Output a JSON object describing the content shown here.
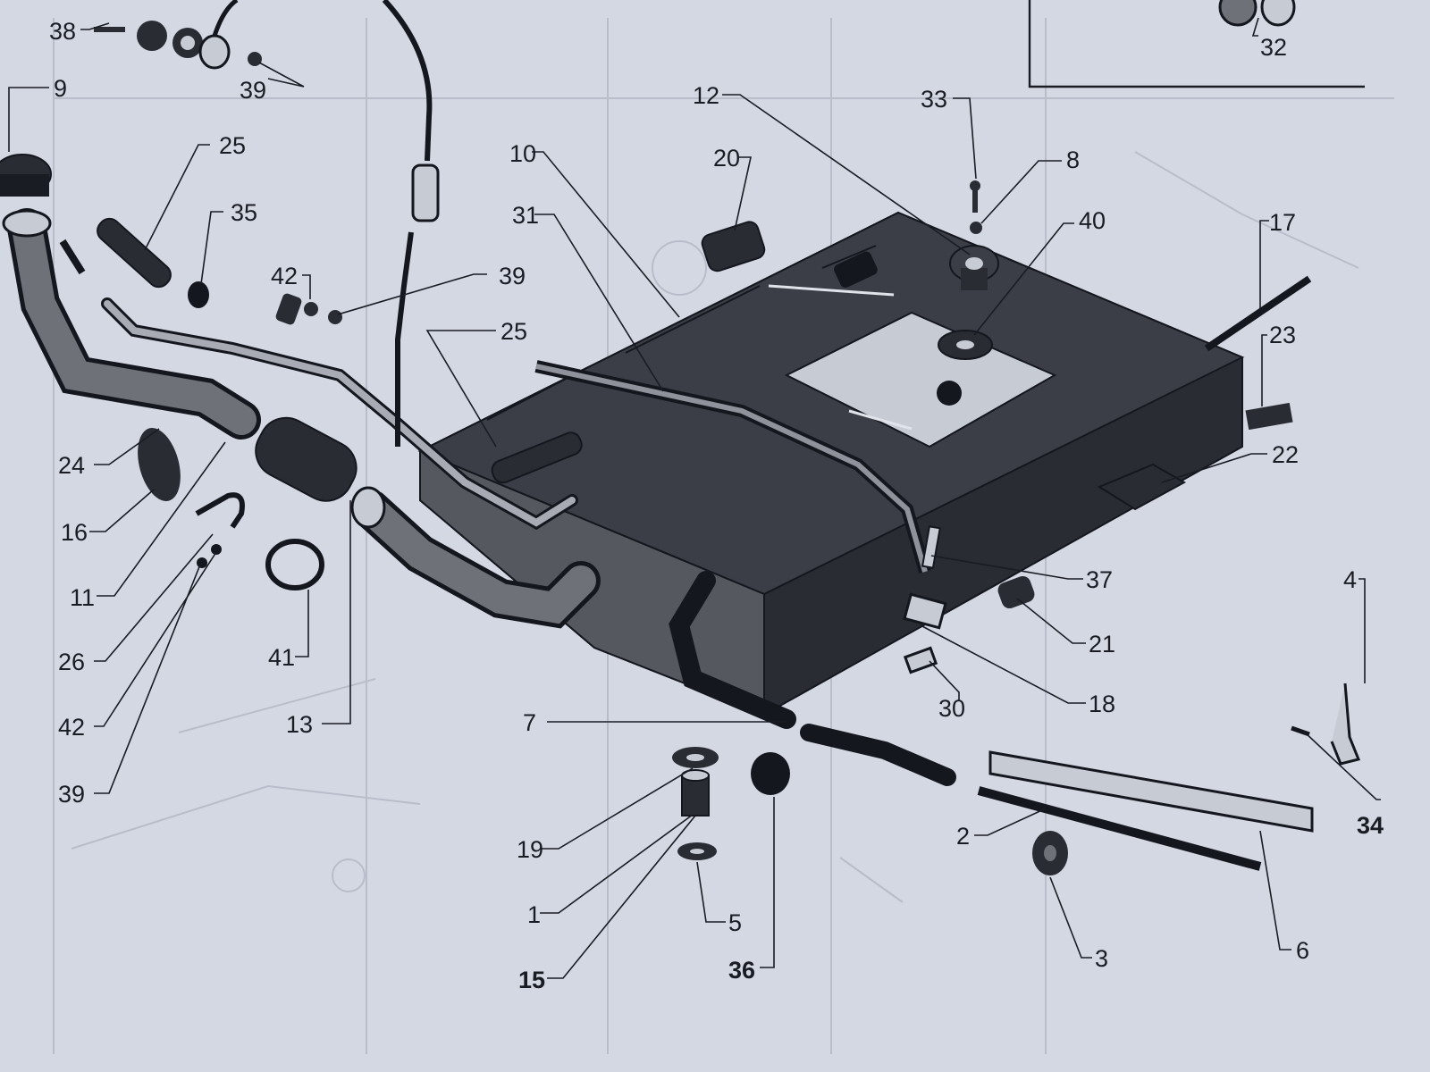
{
  "diagram": {
    "callouts": [
      {
        "id": "c38",
        "text": "38"
      },
      {
        "id": "c39a",
        "text": "39"
      },
      {
        "id": "c9",
        "text": "9"
      },
      {
        "id": "c25a",
        "text": "25"
      },
      {
        "id": "c35",
        "text": "35"
      },
      {
        "id": "c42a",
        "text": "42"
      },
      {
        "id": "c39b",
        "text": "39"
      },
      {
        "id": "c25b",
        "text": "25"
      },
      {
        "id": "c12",
        "text": "12"
      },
      {
        "id": "c10",
        "text": "10"
      },
      {
        "id": "c20",
        "text": "20"
      },
      {
        "id": "c31",
        "text": "31"
      },
      {
        "id": "c33",
        "text": "33"
      },
      {
        "id": "c8",
        "text": "8"
      },
      {
        "id": "c40",
        "text": "40"
      },
      {
        "id": "c17",
        "text": "17"
      },
      {
        "id": "c32",
        "text": "32"
      },
      {
        "id": "c23",
        "text": "23"
      },
      {
        "id": "c22",
        "text": "22"
      },
      {
        "id": "c24",
        "text": "24"
      },
      {
        "id": "c16",
        "text": "16"
      },
      {
        "id": "c11",
        "text": "11"
      },
      {
        "id": "c26",
        "text": "26"
      },
      {
        "id": "c42b",
        "text": "42"
      },
      {
        "id": "c39c",
        "text": "39"
      },
      {
        "id": "c41",
        "text": "41"
      },
      {
        "id": "c13",
        "text": "13"
      },
      {
        "id": "c37",
        "text": "37"
      },
      {
        "id": "c21",
        "text": "21"
      },
      {
        "id": "c18",
        "text": "18"
      },
      {
        "id": "c30",
        "text": "30"
      },
      {
        "id": "c4",
        "text": "4"
      },
      {
        "id": "c34",
        "text": "34"
      },
      {
        "id": "c7",
        "text": "7"
      },
      {
        "id": "c19",
        "text": "19"
      },
      {
        "id": "c1",
        "text": "1"
      },
      {
        "id": "c15",
        "text": "15"
      },
      {
        "id": "c5",
        "text": "5"
      },
      {
        "id": "c36",
        "text": "36"
      },
      {
        "id": "c2",
        "text": "2"
      },
      {
        "id": "c3",
        "text": "3"
      },
      {
        "id": "c6",
        "text": "6"
      }
    ]
  }
}
